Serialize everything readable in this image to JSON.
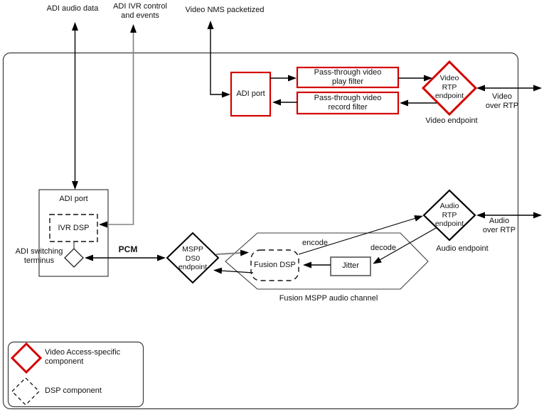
{
  "colors": {
    "accent_red": "#d40000",
    "diagram_line": "#3c3c3c",
    "gray_flow_line": "#808080",
    "jitter_border": "#666666"
  },
  "external_flows": {
    "adi_audio_data": "ADI audio data",
    "adi_ivr_control": "ADI IVR control\nand events",
    "video_nms": "Video NMS packetized"
  },
  "video_path": {
    "adi_port": "ADI port",
    "play_filter": "Pass-through video\nplay filter",
    "record_filter": "Pass-through video\nrecord filter",
    "rtp_endpoint": "Video\nRTP\nendpoint",
    "endpoint_caption": "Video endpoint",
    "over_rtp": "Video\nover RTP"
  },
  "audio_path": {
    "adi_port": "ADI port",
    "ivr_dsp": "IVR DSP",
    "switching_terminus": "ADI switching\nterminus",
    "pcm": "PCM",
    "mspp_endpoint": "MSPP\nDS0\nendpoint",
    "fusion_dsp": "Fusion DSP",
    "jitter": "Jitter",
    "encode": "encode",
    "decode": "decode",
    "channel_caption": "Fusion MSPP audio channel",
    "rtp_endpoint": "Audio\nRTP\nendpoint",
    "endpoint_caption": "Audio endpoint",
    "over_rtp": "Audio\nover RTP"
  },
  "legend": {
    "video_access": "Video Access-specific\ncomponent",
    "dsp": "DSP component"
  }
}
